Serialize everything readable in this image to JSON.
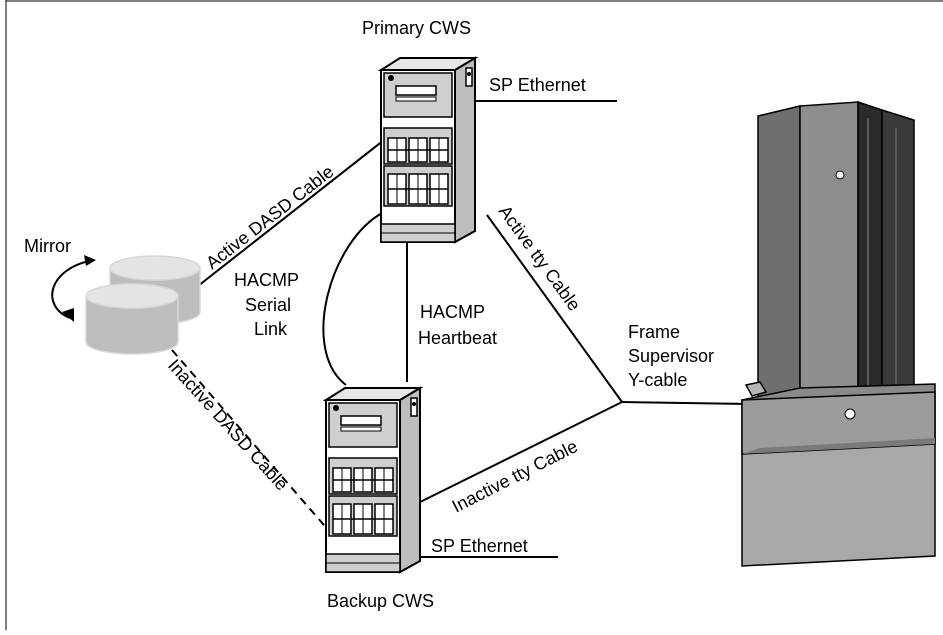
{
  "labels": {
    "primary_cws": "Primary CWS",
    "backup_cws": "Backup CWS",
    "sp_ethernet_primary": "SP Ethernet",
    "sp_ethernet_backup": "SP Ethernet",
    "mirror": "Mirror",
    "active_dasd_cable": "Active DASD Cable",
    "inactive_dasd_cable": "Inactive DASD Cable",
    "hacmp_serial_link": [
      "HACMP",
      "Serial",
      "Link"
    ],
    "hacmp_heartbeat": [
      "HACMP",
      "Heartbeat"
    ],
    "active_tty_cable": "Active tty Cable",
    "inactive_tty_cable": "Inactive tty Cable",
    "frame_supervisor_ycable": [
      "Frame",
      "Supervisor",
      "Y-cable"
    ]
  }
}
